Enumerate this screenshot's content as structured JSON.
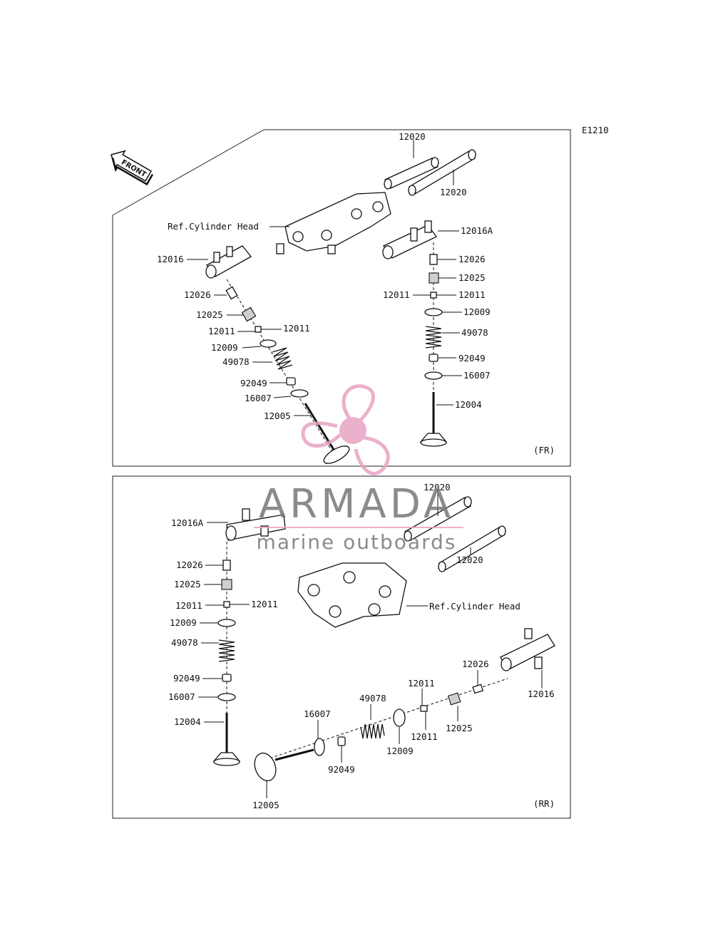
{
  "diagram_code": "E1210",
  "front_arrow": "FRONT",
  "sections": {
    "fr": {
      "tag": "(FR)",
      "labels": {
        "camshaft_a": "12020",
        "camshaft_b": "12020",
        "ref_head": "Ref.Cylinder Head",
        "rocker_left": "12016",
        "rocker_right": "12016A",
        "l_12026": "12026",
        "l_12025": "12025",
        "l_12011a": "12011",
        "l_12011b": "12011",
        "l_12009": "12009",
        "l_49078": "49078",
        "l_92049": "92049",
        "l_16007": "16007",
        "l_12005": "12005",
        "r_12026": "12026",
        "r_12025": "12025",
        "r_12011a": "12011",
        "r_12011b": "12011",
        "r_12009": "12009",
        "r_49078": "49078",
        "r_92049": "92049",
        "r_16007": "16007",
        "r_12004": "12004"
      }
    },
    "rr": {
      "tag": "(RR)",
      "labels": {
        "camshaft_a": "12020",
        "camshaft_b": "12020",
        "ref_head": "Ref.Cylinder Head",
        "rocker_left": "12016A",
        "rocker_right": "12016",
        "l_12026": "12026",
        "l_12025": "12025",
        "l_12011a": "12011",
        "l_12011b": "12011",
        "l_12009": "12009",
        "l_49078": "49078",
        "l_92049": "92049",
        "l_16007": "16007",
        "l_12004": "12004",
        "h_12026": "12026",
        "h_12011a": "12011",
        "h_12011b": "12011",
        "h_12025": "12025",
        "h_49078": "49078",
        "h_12009": "12009",
        "h_16007": "16007",
        "h_92049": "92049",
        "h_12005": "12005"
      }
    }
  },
  "watermark": {
    "brand": "ARMADA",
    "tagline": "marine outboards",
    "colors": {
      "logo": "#e8a3c4",
      "text": "#777777"
    }
  }
}
